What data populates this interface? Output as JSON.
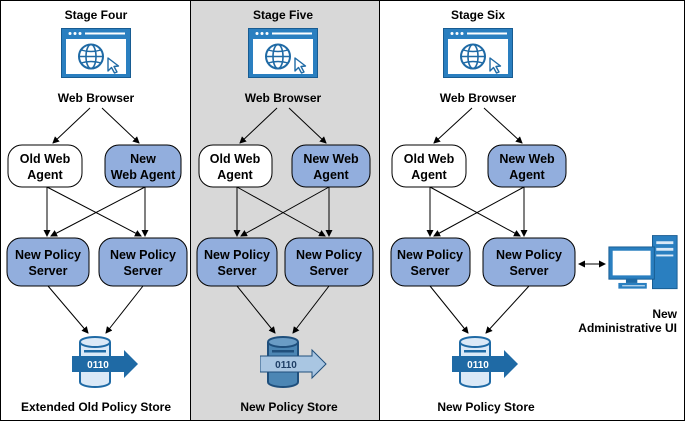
{
  "stages": [
    {
      "title": "Stage Four",
      "browser_label": "Web Browser",
      "agents": [
        [
          "Old Web",
          "Agent"
        ],
        [
          "New",
          "Web Agent"
        ]
      ],
      "servers": [
        [
          "New Policy",
          "Server"
        ],
        [
          "New Policy",
          "Server"
        ]
      ],
      "store_label": "Extended Old Policy Store"
    },
    {
      "title": "Stage Five",
      "browser_label": "Web Browser",
      "agents": [
        [
          "Old Web",
          "Agent"
        ],
        [
          "New Web",
          "Agent"
        ]
      ],
      "servers": [
        [
          "New Policy",
          "Server"
        ],
        [
          "New Policy",
          "Server"
        ]
      ],
      "store_label": "New Policy Store"
    },
    {
      "title": "Stage Six",
      "browser_label": "Web Browser",
      "agents": [
        [
          "Old Web",
          "Agent"
        ],
        [
          "New Web",
          "Agent"
        ]
      ],
      "servers": [
        [
          "New Policy",
          "Server"
        ],
        [
          "New Policy",
          "Server"
        ]
      ],
      "store_label": "New Policy Store",
      "admin_label": [
        "New",
        "Administrative UI"
      ]
    }
  ],
  "store_bits": "0110",
  "colors": {
    "node_new": "#92aedd",
    "node_old": "#ffffff",
    "highlight_panel": "#d8d8d8",
    "browser_blue": "#2a7fc0",
    "store_light": "#dbe9f7",
    "store_dark": "#4c86b4",
    "store_blue": "#1f6aa5"
  }
}
